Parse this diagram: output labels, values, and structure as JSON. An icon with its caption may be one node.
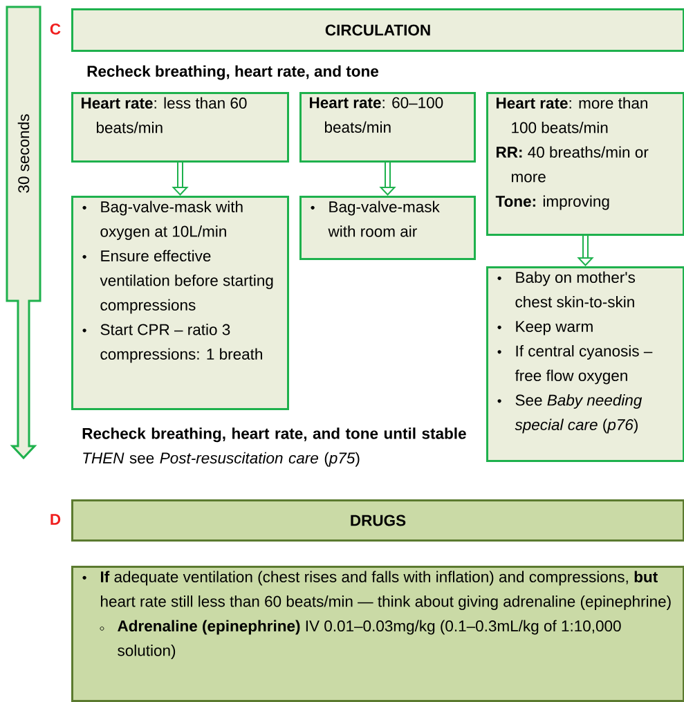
{
  "diagram": {
    "nodes": [
      {
        "text": [
          "30 seconds"
        ]
      },
      {
        "text": [
          "CIRCULATION"
        ],
        "beside": [
          "C"
        ]
      },
      {
        "text": [
          "**Heart rate**: less than 60 beats/min"
        ]
      },
      {
        "text": [
          "**Heart rate**: 60–100 beats/min"
        ]
      },
      {
        "text": [
          "**Heart rate**: more than 100 beats/min",
          "**RR:** 40 breaths/min or more",
          "**Tone:** improving"
        ]
      },
      {
        "text": [
          "Bag-valve-mask with oxygen at 10L/min",
          "Ensure effective ventilation before starting compressions",
          "Start CPR – ratio 3 compressions: 1 breath"
        ]
      },
      {
        "text": [
          "Bag-valve-mask with room air"
        ]
      },
      {
        "text": [
          "Baby on mother's chest skin-to-skin",
          "Keep warm",
          "If central cyanosis – free flow oxygen",
          "See *Baby needing special care* (*p76*)"
        ]
      },
      {
        "text": [
          "DRUGS"
        ],
        "beside": [
          "D"
        ]
      },
      {
        "text": [
          "**If** adequate ventilation (chest rises and falls with inflation) and compressions, **but** heart rate still less than 60 beats/min — think about giving adrenaline (epinephrine)",
          "**Adrenaline (epinephrine)** IV 0.01–0.03mg/kg (0.1–0.3mL/kg of 1:10,000 solution)"
        ]
      }
    ],
    "edges": [
      {
        "from": 2,
        "to": 5,
        "arrow": "to"
      },
      {
        "from": 3,
        "to": 6,
        "arrow": "to"
      },
      {
        "from": 4,
        "to": 7,
        "arrow": "to"
      }
    ],
    "labels": [
      "Recheck breathing, heart rate, and tone",
      "**Recheck breathing, heart rate, and tone until stable** *THEN* see *Post-resuscitation care* (*p75*)"
    ]
  }
}
